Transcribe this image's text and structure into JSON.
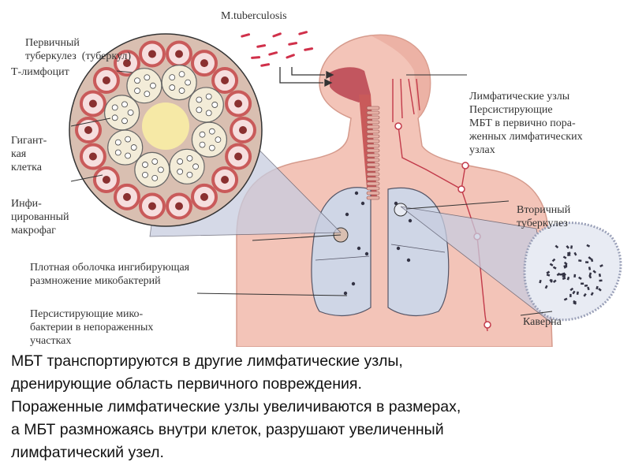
{
  "labels": {
    "primary_tb": [
      "Первичный",
      "туберкулез  (туберкул)"
    ],
    "t_lymphocyte": "Т-лимфоцит",
    "giant_cell": [
      "Гигант-",
      "кая",
      "клетка"
    ],
    "infiltrated_macrophage": [
      "Инфи-",
      "цированный",
      "макрофаг"
    ],
    "dense_shell": [
      "Плотная оболочка ингибирующая",
      "размножение микобактерий"
    ],
    "persisting_mbt": [
      "Персистирующие мико-",
      "бактерии в непораженных",
      "участках"
    ],
    "mtb": "M.tuberculosis",
    "lymph_nodes": [
      "Лимфатические узлы",
      "Персистирующие",
      "МБТ в первично пора-",
      "женных лимфатических",
      "узлах"
    ],
    "secondary_tb": [
      "Вторичный",
      "туберкулез"
    ],
    "cavern": "Каверна"
  },
  "caption": [
    "МБТ транспортируются в другие лимфатические узлы,",
    "дренирующие  область первичного повреждения.",
    "Пораженные лимфатические узлы увеличиваются в размерах,",
    "а МБТ размножаясь внутри клеток, разрушают увеличенный",
    "лимфатический узел."
  ],
  "colors": {
    "skin": "#f3c4b8",
    "skin_dark": "#e8a697",
    "lung": "#cfd6e6",
    "outline": "#555566",
    "nerve_red": "#c23a4a",
    "granuloma_bg": "#d9bfb1",
    "cell_ring": "#c95a5a",
    "core_yellow": "#f6e9a6",
    "cone": "#c7cde0",
    "cavern": "#d6dae8",
    "text": "#333333"
  }
}
